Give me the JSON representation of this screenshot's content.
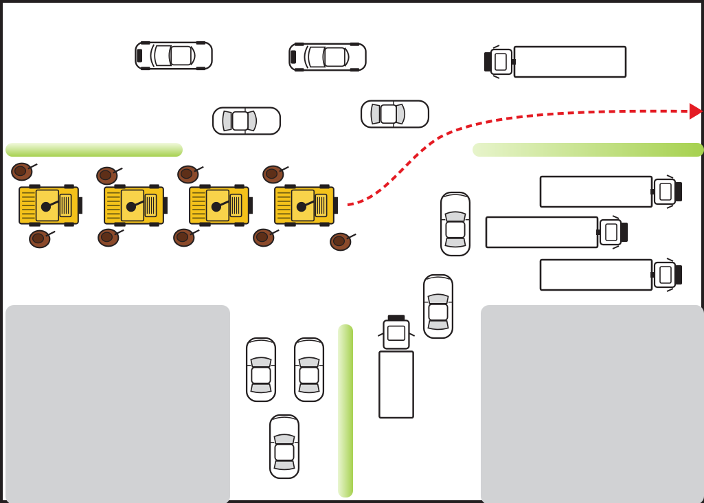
{
  "colors": {
    "frame": "#231f20",
    "road": "#ffffff",
    "block": "#d1d2d4",
    "median_light": "#e4f3c6",
    "median_dark": "#a6d14f",
    "car_body": "#ffffff",
    "car_glass": "#d9dadb",
    "truck_body": "#ffffff",
    "escort_vehicle": "#f4c21b",
    "escort_shadow": "#6b5a10",
    "rider": "#8b4a2b",
    "path_arrow": "#e41b23",
    "outline": "#231f20"
  },
  "scene": {
    "convoy": {
      "vehicle": "yellow-escort-vehicle",
      "count": 4,
      "direction": "east"
    },
    "outriders": {
      "icon": "person-icon",
      "count": 9
    },
    "parked_cars": {
      "icon": "car-icon",
      "count": 9
    },
    "trucks": {
      "icon": "truck-icon",
      "count": 5
    },
    "route": {
      "style": "dashed",
      "ends_with": "arrow-head-icon",
      "direction": "east"
    }
  }
}
